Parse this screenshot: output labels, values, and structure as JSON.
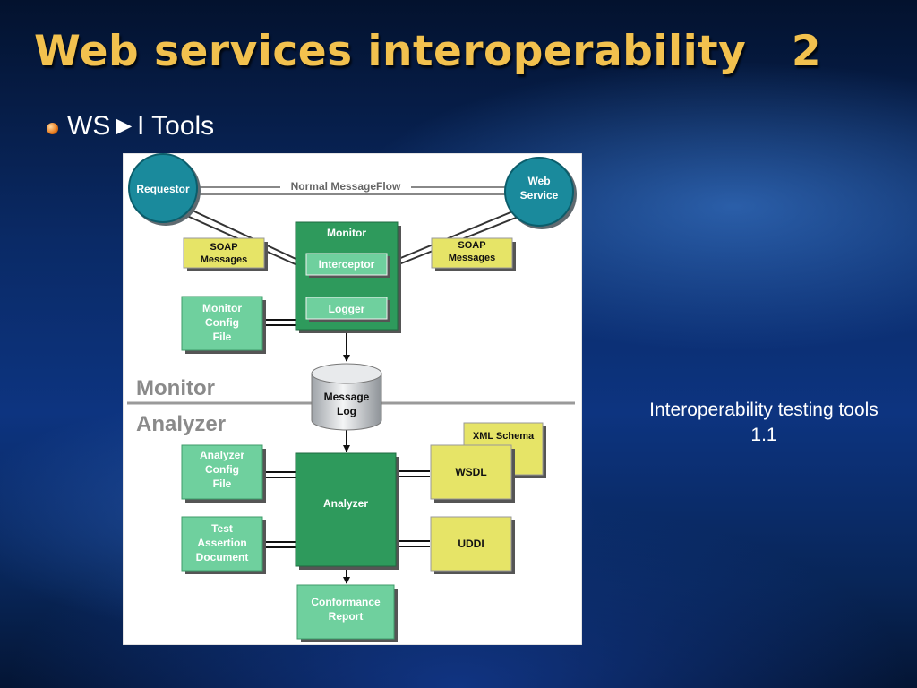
{
  "slide": {
    "title": "Web services interoperability   2",
    "bullet": "WS►I Tools",
    "caption": "Interoperability testing tools 1.1"
  },
  "diagram": {
    "requestor": "Requestor",
    "web_service": [
      "Web",
      "Service"
    ],
    "flow_label": "Normal MessageFlow",
    "soap_left": [
      "SOAP",
      "Messages"
    ],
    "soap_right": [
      "SOAP",
      "Messages"
    ],
    "monitor_box": "Monitor",
    "interceptor": "Interceptor",
    "logger": "Logger",
    "monitor_config": [
      "Monitor",
      "Config",
      "File"
    ],
    "message_log": [
      "Message",
      "Log"
    ],
    "section_monitor": "Monitor",
    "section_analyzer": "Analyzer",
    "xml_schema": "XML Schema",
    "wsdl": "WSDL",
    "uddi": "UDDI",
    "analyzer_config": [
      "Analyzer",
      "Config",
      "File"
    ],
    "analyzer": "Analyzer",
    "test_assertion": [
      "Test",
      "Assertion",
      "Document"
    ],
    "conformance": [
      "Conformance",
      "Report"
    ]
  }
}
